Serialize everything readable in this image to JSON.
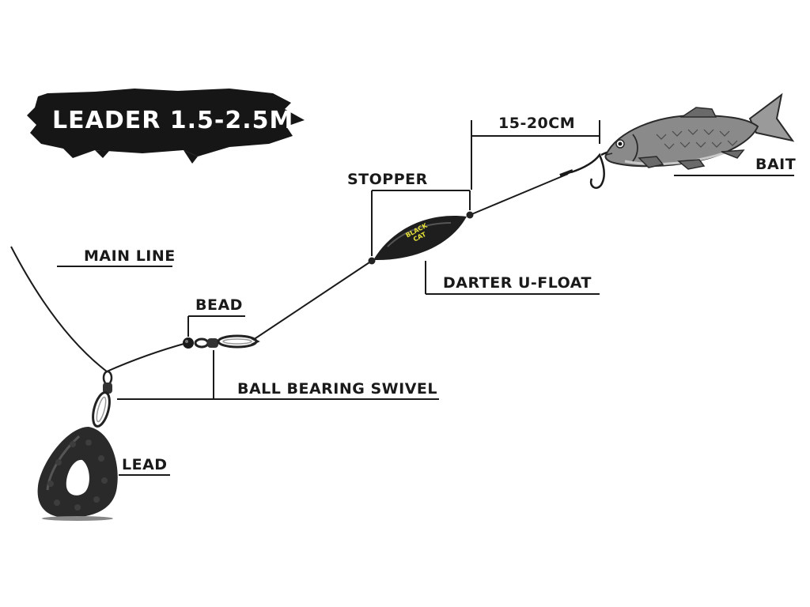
{
  "banner": {
    "text": "LEADER 1.5-2.5M"
  },
  "labels": {
    "main_line": "MAIN LINE",
    "bead": "BEAD",
    "ball_bearing_swivel": "BALL BEARING SWIVEL",
    "lead": "LEAD",
    "stopper": "STOPPER",
    "darter_u_float": "DARTER U-FLOAT",
    "distance": "15-20CM",
    "bait": "BAIT"
  },
  "float_logo": {
    "line1": "BLACK",
    "line2": "CAT"
  },
  "colors": {
    "ink": "#1a1a1a",
    "float_accent": "#e8e23a",
    "fish_body": "#8a8a8a",
    "lead_body": "#2a2a2a"
  }
}
